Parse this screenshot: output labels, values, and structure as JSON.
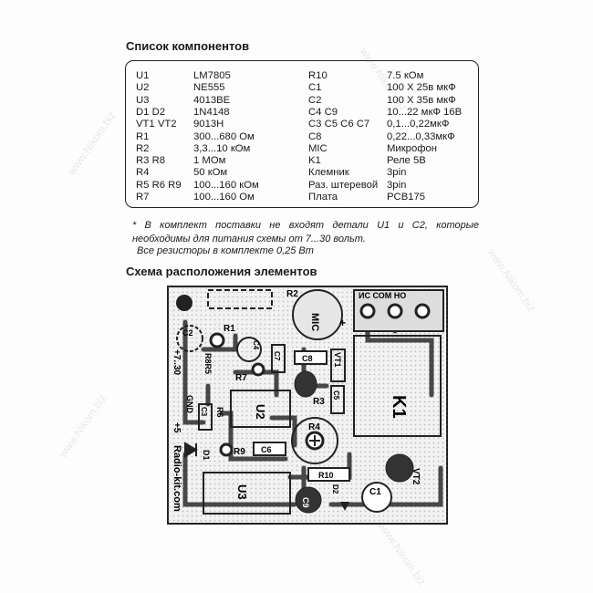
{
  "components": {
    "title": "Список компонентов",
    "left": [
      [
        "U1",
        "LM7805"
      ],
      [
        "U2",
        "NE555"
      ],
      [
        "U3",
        "4013BE"
      ],
      [
        "D1 D2",
        "1N4148"
      ],
      [
        "VT1 VT2",
        "9013H"
      ],
      [
        "R1",
        "300...680 Ом"
      ],
      [
        "R2",
        " 3,3...10 кОм"
      ],
      [
        "R3 R8",
        "1 МОм"
      ],
      [
        "R4",
        "50 кОм"
      ],
      [
        "R5 R6 R9",
        "100...160 кОм"
      ],
      [
        "R7",
        "100...160 Ом"
      ]
    ],
    "right": [
      [
        "R10",
        "7.5 кОм"
      ],
      [
        "C1",
        "100 X 25в мкФ"
      ],
      [
        "C2",
        "100 X 35в мкФ"
      ],
      [
        "C4 C9",
        "10...22 мкФ 16В"
      ],
      [
        "C3 C5 C6 C7",
        "0,1...0,22мкФ"
      ],
      [
        "C8",
        "0,22...0,33мкФ"
      ],
      [
        "MIC",
        "Микрофон"
      ],
      [
        "K1",
        "Реле 5В"
      ],
      [
        "Клемник",
        "3pin"
      ],
      [
        "Раз. штеревой",
        "3pin"
      ],
      [
        "Плата",
        "PCB175"
      ]
    ]
  },
  "notes": {
    "line1": "* В комплект поставки не входят детали U1 и С2, которые необходимы для питания  схемы от 7...30 вольт.",
    "line2": "Все резисторы в комплекте 0,25 Вт"
  },
  "layout": {
    "title": "Схема расположения элементов",
    "labels": {
      "r2": "R2",
      "r1": "R1",
      "mic": "MIC",
      "plus": "+",
      "c2": "C2",
      "c4": "C4",
      "c7": "C7",
      "c8": "C8",
      "vt1": "VT1",
      "r8r5": "R8R5",
      "r7": "R7",
      "u2": "U2",
      "r3": "R3",
      "c5": "C5",
      "k1": "K1",
      "v730": "+7..30",
      "gnd": "GND",
      "c3": "C3",
      "r6": "R6",
      "r4": "R4",
      "d1": "D1",
      "r9": "R9",
      "c6": "C6",
      "r10": "R10",
      "vt2": "VT2",
      "u3": "U3",
      "c9": "C9",
      "d2": "D2",
      "c1": "C1",
      "v5": "+5",
      "site": "Radio-kit.com",
      "terminals": "ИС СОМ НО"
    }
  },
  "watermark": "www.Nikom.biz"
}
